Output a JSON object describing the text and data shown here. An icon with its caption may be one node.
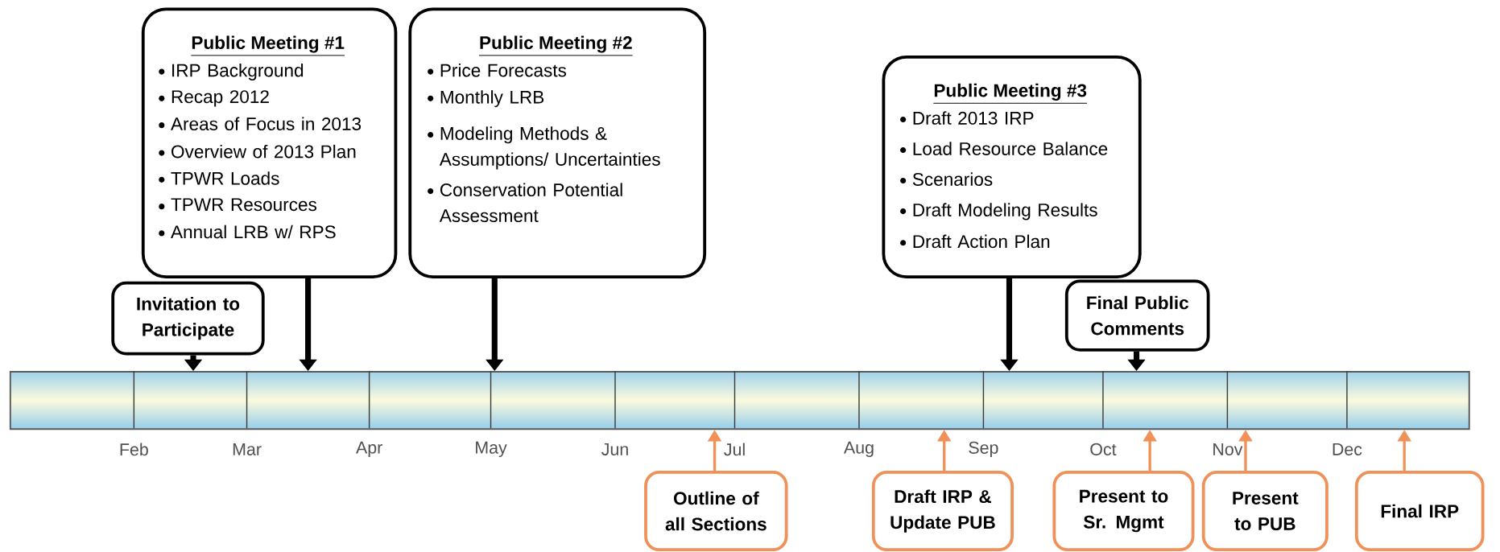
{
  "diagram": {
    "nodes": [
      {
        "text": [
          "Public Meeting #1",
          "IRP Background",
          "Recap 2012",
          "Areas of Focus in 2013",
          "Overview of 2013 Plan",
          "TPWR Loads",
          "TPWR Resources",
          "Annual LRB w/ RPS"
        ]
      },
      {
        "text": [
          "Public Meeting #2",
          "Price Forecasts",
          "Monthly LRB",
          "Modeling Methods & Assumptions/ Uncertainties",
          "Conservation Potential Assessment"
        ]
      },
      {
        "text": [
          "Public Meeting #3",
          "Draft 2013 IRP",
          "Load Resource Balance",
          "Scenarios",
          "Draft Modeling Results",
          "Draft Action Plan"
        ]
      },
      {
        "text": [
          "Invitation to Participate"
        ]
      },
      {
        "text": [
          "Final Public Comments"
        ]
      },
      {
        "text": [],
        "shape": "bar"
      },
      {
        "text": [
          "Outline of all Sections"
        ]
      },
      {
        "text": [
          "Draft IRP & Update PUB"
        ]
      },
      {
        "text": [
          "Present to Sr. Mgmt"
        ]
      },
      {
        "text": [
          "Present to PUB"
        ]
      },
      {
        "text": [
          "Final IRP"
        ]
      }
    ],
    "edges": [
      {
        "from": 3,
        "to": 5,
        "arrow": "to",
        "style": "thick",
        "color": "#000000"
      },
      {
        "from": 0,
        "to": 5,
        "arrow": "to",
        "style": "thick",
        "color": "#000000"
      },
      {
        "from": 1,
        "to": 5,
        "arrow": "to",
        "style": "thick",
        "color": "#000000"
      },
      {
        "from": 2,
        "to": 5,
        "arrow": "to",
        "style": "thick",
        "color": "#000000"
      },
      {
        "from": 4,
        "to": 5,
        "arrow": "to",
        "style": "thick",
        "color": "#000000"
      },
      {
        "from": 6,
        "to": 5,
        "arrow": "to",
        "color": "#f0915a"
      },
      {
        "from": 7,
        "to": 5,
        "arrow": "to",
        "color": "#f0915a"
      },
      {
        "from": 8,
        "to": 5,
        "arrow": "to",
        "color": "#f0915a"
      },
      {
        "from": 9,
        "to": 5,
        "arrow": "to",
        "color": "#f0915a"
      },
      {
        "from": 10,
        "to": 5,
        "arrow": "to",
        "color": "#f0915a"
      }
    ],
    "labels": [
      "Feb",
      "Mar",
      "Apr",
      "May",
      "Jun",
      "Jul",
      "Aug",
      "Sep",
      "Oct",
      "Nov",
      "Dec"
    ]
  }
}
